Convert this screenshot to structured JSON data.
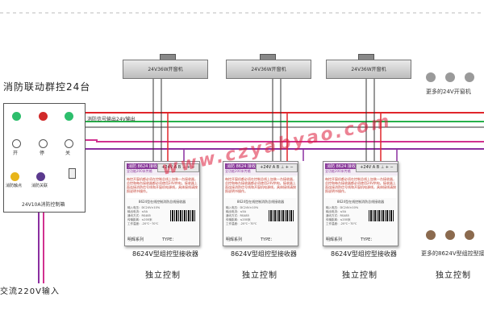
{
  "panel": {
    "title": "消防联动群控24台",
    "top_labels": [
      "开",
      "停",
      "关"
    ],
    "bottom_labels": [
      "消防触点",
      "消防关联"
    ],
    "footer": "24V10A消防控制箱",
    "lamp_colors": [
      "#2dbe6c",
      "#d12a2a",
      "#2dbe6c"
    ],
    "indicator_colors": [
      "#e8b51a",
      "#5b3a8e"
    ]
  },
  "power_input": "交流220V输入",
  "signal_line_label": "消防信号输出24V输出",
  "openers": [
    {
      "label": "24V36W开窗机"
    },
    {
      "label": "24V36W开窗机"
    },
    {
      "label": "24V36W开窗机"
    }
  ],
  "more_openers": "更多的24V开窗机",
  "receivers": [
    {
      "badge1": "消防 8624 接收器",
      "badge2": "全功能200米传输",
      "terminals": "+24V A B ⊥ + −",
      "desc": "每控开窗机都必须在控制总线上加装一台接收器，总控和每台接收器都必须使用24V供电。接收器上面连接消防信号线和开窗机电源线，具体接线请按照说明书操作。",
      "sub": "8624型在线控制消防总线接收器",
      "specs": [
        "输入电压：DC24V±10%",
        "输出电流：≤5A",
        "通讯方式：RS485",
        "传输距离：≤200米",
        "工作温度：-20℃~70℃"
      ],
      "model": "明辉系列",
      "type": "TYPE："
    },
    {
      "badge1": "消防 8624 接收器",
      "badge2": "全功能200米传输",
      "terminals": "+24V A B ⊥ + −",
      "desc": "每控开窗机都必须在控制总线上加装一台接收器，总控和每台接收器都必须使用24V供电。接收器上面连接消防信号线和开窗机电源线，具体接线请按照说明书操作。",
      "sub": "8624型在线控制消防总线接收器",
      "specs": [
        "输入电压：DC24V±10%",
        "输出电流：≤5A",
        "通讯方式：RS485",
        "传输距离：≤200米",
        "工作温度：-20℃~70℃"
      ],
      "model": "明辉系列",
      "type": "TYPE："
    },
    {
      "badge1": "消防 8624 接收器",
      "badge2": "全功能200米传输",
      "terminals": "+24V A B ⊥ + −",
      "desc": "每控开窗机都必须在控制总线上加装一台接收器，总控和每台接收器都必须使用24V供电。接收器上面连接消防信号线和开窗机电源线，具体接线请按照说明书操作。",
      "sub": "8624型在线控制消防总线接收器",
      "specs": [
        "输入电压：DC24V±10%",
        "输出电流：≤5A",
        "通讯方式：RS485",
        "传输距离：≤200米",
        "工作温度：-20℃~70℃"
      ],
      "model": "明辉系列",
      "type": "TYPE："
    }
  ],
  "receiver_caption": "8624V型组控型接收器",
  "independent_control": "独立控制",
  "more_receivers": "更多的8624V型组控型接",
  "watermark": "www.czyabyao.com",
  "wire_colors": {
    "red": "#e0262b",
    "green": "#27b04a",
    "magenta": "#d1318f",
    "purple": "#8b2fa0",
    "dark": "#333333",
    "dashed": "#bbbbbb"
  }
}
